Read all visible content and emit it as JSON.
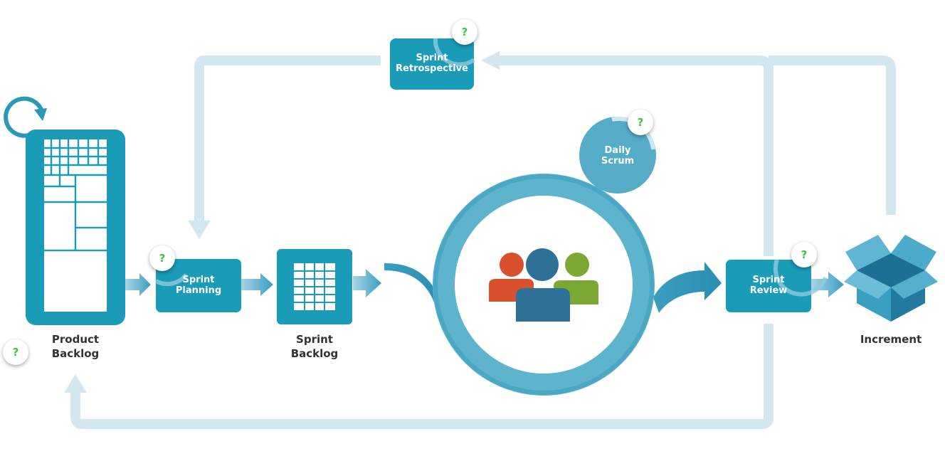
{
  "colors": {
    "box": "#1a9bb8",
    "loop_arrow": "#d2e7ef",
    "flow_arrow": "#2f93b5",
    "help_mark": "#3cc43c"
  },
  "nodes": {
    "product_backlog": {
      "caption_line1": "Product",
      "caption_line2": "Backlog"
    },
    "sprint_planning": {
      "line1": "Sprint",
      "line2": "Planning"
    },
    "sprint_backlog": {
      "caption_line1": "Sprint",
      "caption_line2": "Backlog"
    },
    "daily_scrum": {
      "line1": "Daily",
      "line2": "Scrum"
    },
    "sprint_review": {
      "line1": "Sprint",
      "line2": "Review"
    },
    "sprint_retrospective": {
      "line1": "Sprint",
      "line2": "Retrospective"
    },
    "increment": {
      "caption": "Increment"
    }
  },
  "help_buttons": [
    {
      "symbol": "?",
      "target": "sprint-retrospective"
    },
    {
      "symbol": "?",
      "target": "daily-scrum"
    },
    {
      "symbol": "?",
      "target": "sprint-planning"
    },
    {
      "symbol": "?",
      "target": "sprint-review"
    },
    {
      "symbol": "?",
      "target": "product-backlog"
    }
  ],
  "icons": {
    "backlog": "refresh-icon",
    "sprint_backlog": "grid-icon",
    "team": "team-icon",
    "increment": "open-box-icon"
  }
}
